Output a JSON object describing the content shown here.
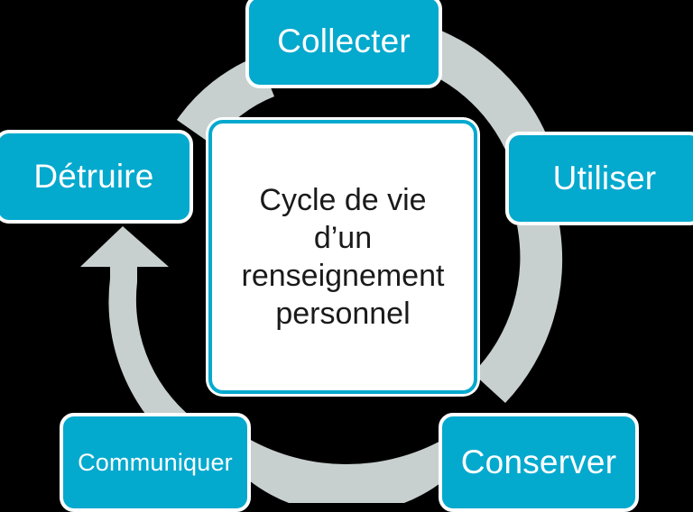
{
  "diagram": {
    "title": "Cycle de vie d'un renseignement personnel",
    "type": "cycle-diagram",
    "background_color": "#000000",
    "accent_color": "#04a9ce",
    "ring_color": "#c8cfcf",
    "node_text_color": "#ffffff",
    "center_text_color": "#1a1a1a",
    "center": {
      "label": "Cycle de vie\nd’un\nrenseignement\npersonnel",
      "fill": "#ffffff",
      "border": "#04a9ce"
    },
    "nodes": [
      {
        "id": "collecter",
        "label": "Collecter",
        "position": "top"
      },
      {
        "id": "utiliser",
        "label": "Utiliser",
        "position": "right"
      },
      {
        "id": "conserver",
        "label": "Conserver",
        "position": "bottom-right"
      },
      {
        "id": "communiquer",
        "label": "Communiquer",
        "position": "bottom-left"
      },
      {
        "id": "detruire",
        "label": "Détruire",
        "position": "left"
      }
    ],
    "flow": {
      "direction": "clockwise",
      "arrow_target": "detruire",
      "segments": [
        "detruire-to-collecter",
        "collecter-to-utiliser",
        "utiliser-to-conserver",
        "conserver-to-communiquer",
        "communiquer-to-detruire"
      ]
    }
  }
}
